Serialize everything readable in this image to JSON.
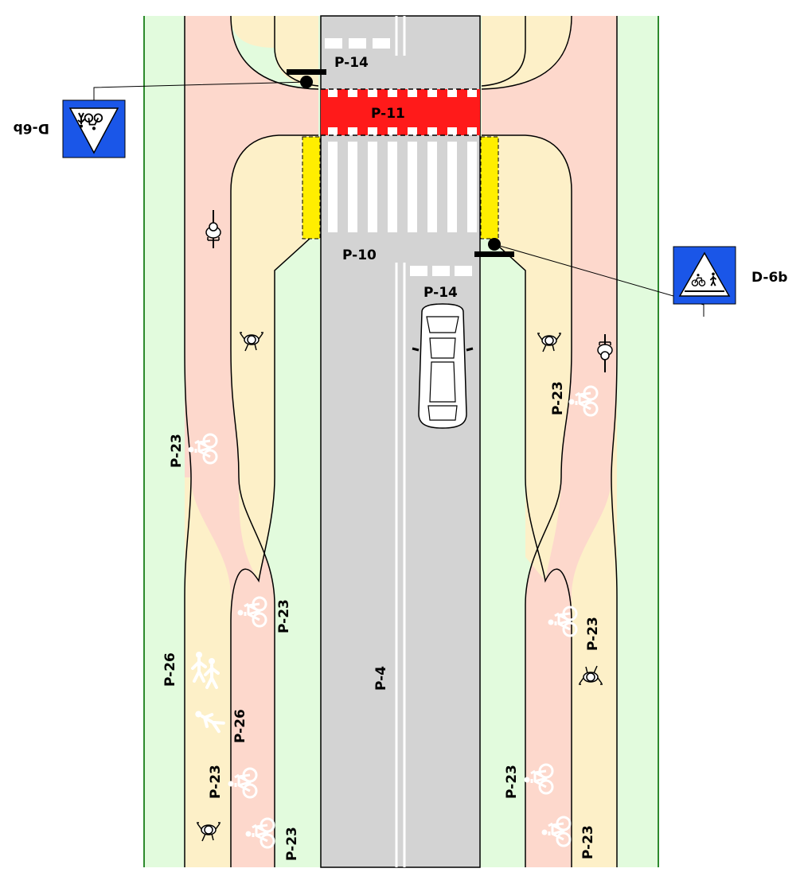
{
  "labels": {
    "p14_top": "P-14",
    "p11": "P-11",
    "p10": "P-10",
    "p14_mid": "P-14",
    "p4": "P-4",
    "p23_a": "P-23",
    "p23_b": "P-23",
    "p23_c": "P-23",
    "p23_d": "P-23",
    "p23_e": "P-23",
    "p23_f": "P-23",
    "p23_g": "P-23",
    "p23_h": "P-23",
    "p26_a": "P-26",
    "p26_b": "P-26"
  },
  "signs": {
    "left": {
      "code": "D-6b",
      "icon": "yield-cyclist-pedestrian-icon"
    },
    "right": {
      "code": "D-6b",
      "icon": "pedestrian-cyclist-crossing-icon"
    }
  },
  "colors": {
    "road": "#d3d3d3",
    "bike_path": "#fdd8cc",
    "sidewalk": "#fdf0c8",
    "green_strip": "#e2fbdd",
    "crossing_red": "#ff1a1a",
    "tactile_yellow": "#ffee00",
    "sign_blue": "#1a56e8"
  }
}
